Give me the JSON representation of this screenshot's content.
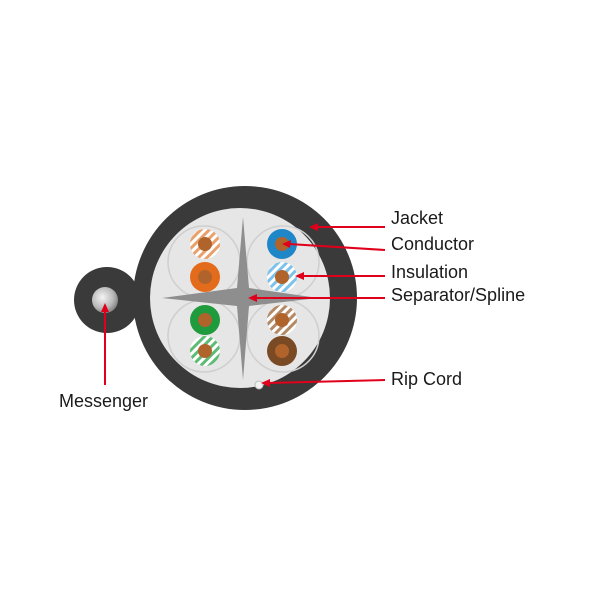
{
  "labels": {
    "jacket": "Jacket",
    "conductor": "Conductor",
    "insulation": "Insulation",
    "separator": "Separator/Spline",
    "rip_cord": "Rip Cord",
    "messenger": "Messenger"
  },
  "colors": {
    "jacket": "#3a3a3a",
    "core_fill": "#e6e6e6",
    "spline": "#8e8e8e",
    "leader": "#e0001b",
    "copper": "#b0642c",
    "blue": "#1f87c8",
    "orange": "#e36b1c",
    "green": "#1f9a3c",
    "brown": "#7a4a25",
    "stripe_white": "#ffffff"
  },
  "pairs": [
    {
      "name": "orange-pair",
      "solid": "orange",
      "striped": "orange"
    },
    {
      "name": "blue-pair",
      "solid": "blue",
      "striped": "blue"
    },
    {
      "name": "green-pair",
      "solid": "green",
      "striped": "green"
    },
    {
      "name": "brown-pair",
      "solid": "brown",
      "striped": "brown"
    }
  ]
}
